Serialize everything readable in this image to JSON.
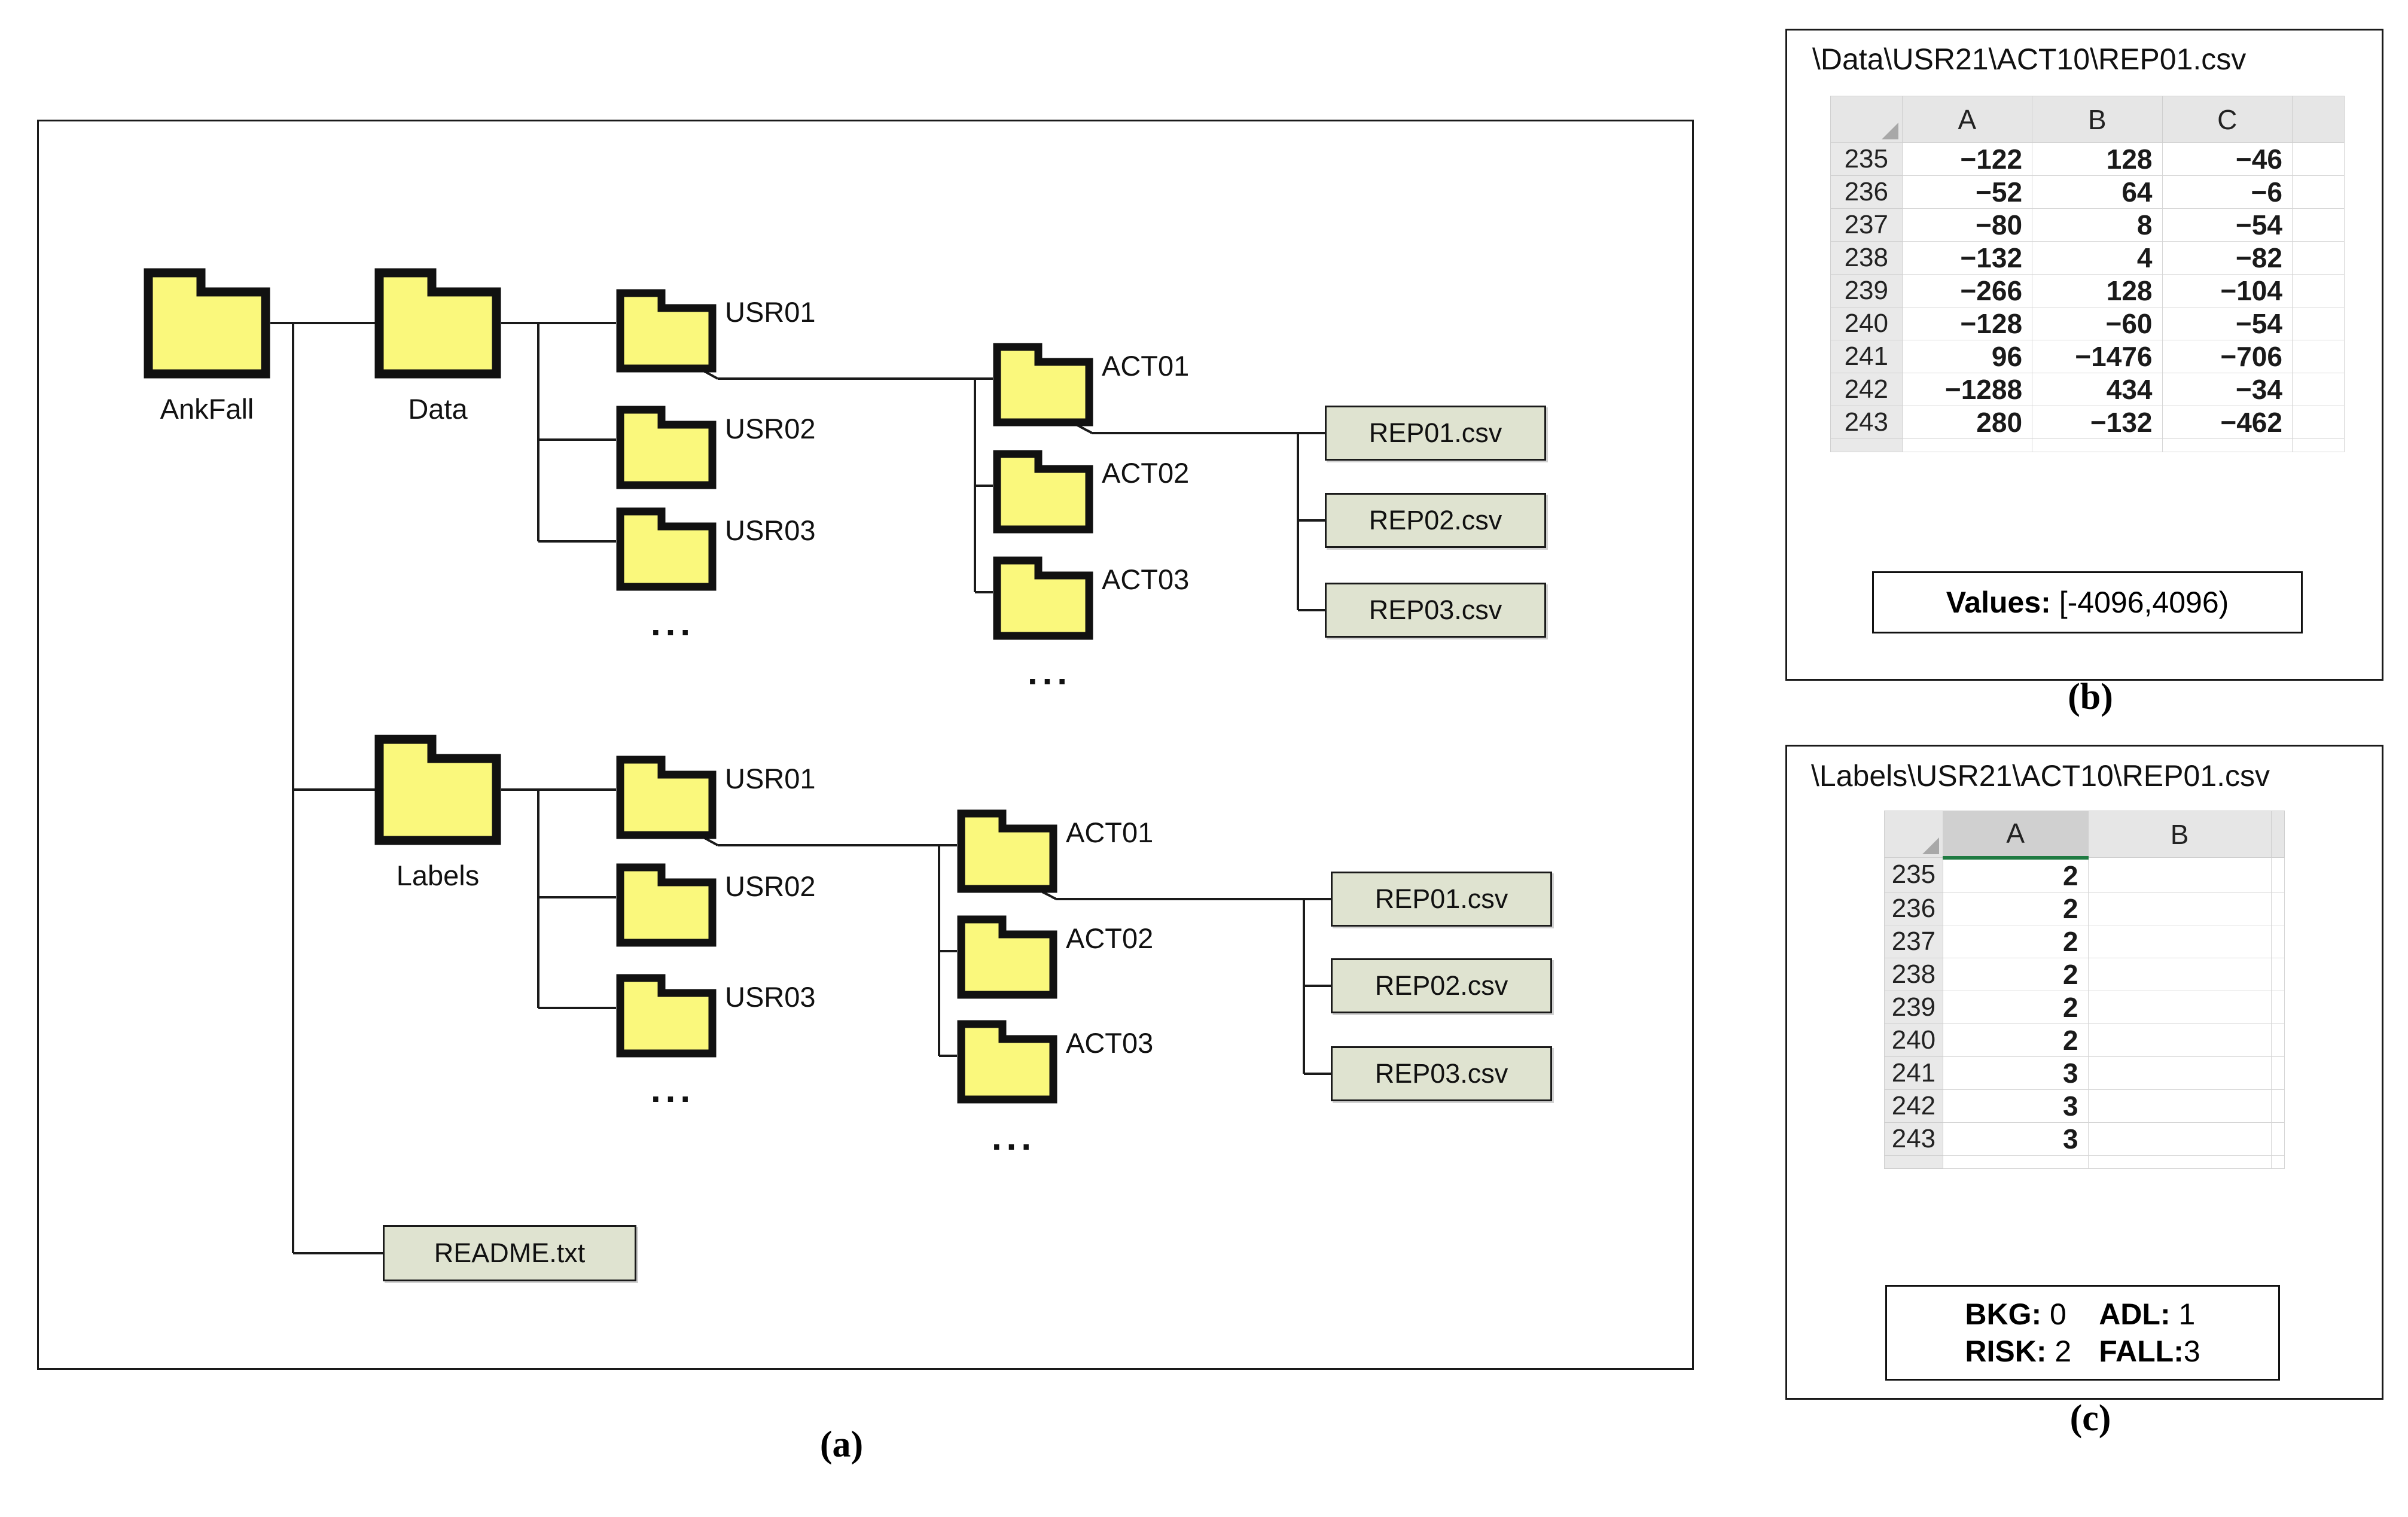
{
  "figure": {
    "panels": [
      {
        "id": "a",
        "caption": "(a)"
      },
      {
        "id": "b",
        "caption": "(b)"
      },
      {
        "id": "c",
        "caption": "(c)"
      }
    ]
  },
  "tree": {
    "root": {
      "label": "AnkFall",
      "type": "folder"
    },
    "branches": [
      {
        "label": "Data",
        "type": "folder",
        "users": [
          "USR01",
          "USR02",
          "USR03"
        ],
        "users_more": "...",
        "activities": [
          "ACT01",
          "ACT02",
          "ACT03"
        ],
        "activities_more": "...",
        "files": [
          "REP01.csv",
          "REP02.csv",
          "REP03.csv"
        ]
      },
      {
        "label": "Labels",
        "type": "folder",
        "users": [
          "USR01",
          "USR02",
          "USR03"
        ],
        "users_more": "...",
        "activities": [
          "ACT01",
          "ACT02",
          "ACT03"
        ],
        "activities_more": "...",
        "files": [
          "REP01.csv",
          "REP02.csv",
          "REP03.csv"
        ]
      }
    ],
    "readme": {
      "label": "README.txt",
      "type": "file"
    }
  },
  "data_sheet": {
    "title": "\\Data\\USR21\\ACT10\\REP01.csv",
    "columns": [
      "A",
      "B",
      "C",
      ""
    ],
    "selected_column": null,
    "rows": [
      {
        "row": "235",
        "values": [
          "−122",
          "128",
          "−46",
          ""
        ]
      },
      {
        "row": "236",
        "values": [
          "−52",
          "64",
          "−6",
          ""
        ]
      },
      {
        "row": "237",
        "values": [
          "−80",
          "8",
          "−54",
          ""
        ]
      },
      {
        "row": "238",
        "values": [
          "−132",
          "4",
          "−82",
          ""
        ]
      },
      {
        "row": "239",
        "values": [
          "−266",
          "128",
          "−104",
          ""
        ]
      },
      {
        "row": "240",
        "values": [
          "−128",
          "−60",
          "−54",
          ""
        ]
      },
      {
        "row": "241",
        "values": [
          "96",
          "−1476",
          "−706",
          ""
        ]
      },
      {
        "row": "242",
        "values": [
          "−1288",
          "434",
          "−34",
          ""
        ]
      },
      {
        "row": "243",
        "values": [
          "280",
          "−132",
          "−462",
          ""
        ]
      }
    ],
    "footer": {
      "label": "Values:",
      "value": "[-4096,4096)"
    }
  },
  "labels_sheet": {
    "title": "\\Labels\\USR21\\ACT10\\REP01.csv",
    "columns": [
      "A",
      "B"
    ],
    "selected_column": "A",
    "rows": [
      {
        "row": "235",
        "values": [
          "2",
          ""
        ]
      },
      {
        "row": "236",
        "values": [
          "2",
          ""
        ]
      },
      {
        "row": "237",
        "values": [
          "2",
          ""
        ]
      },
      {
        "row": "238",
        "values": [
          "2",
          ""
        ]
      },
      {
        "row": "239",
        "values": [
          "2",
          ""
        ]
      },
      {
        "row": "240",
        "values": [
          "2",
          ""
        ]
      },
      {
        "row": "241",
        "values": [
          "3",
          ""
        ]
      },
      {
        "row": "242",
        "values": [
          "3",
          ""
        ]
      },
      {
        "row": "243",
        "values": [
          "3",
          ""
        ]
      }
    ],
    "legend": [
      {
        "name": "BKG:",
        "value": "0"
      },
      {
        "name": "ADL:",
        "value": "1"
      },
      {
        "name": "RISK:",
        "value": "2"
      },
      {
        "name": "FALL:",
        "value": "3"
      }
    ]
  },
  "colors": {
    "folder_fill": "#FAF87C",
    "folder_stroke": "#111111",
    "file_fill": "#DFE3D0",
    "file_stroke": "#1A1A1A",
    "sheet_header": "#E6E6E6",
    "selection_green": "#1E7A41",
    "panel_border": "#1A1A1A"
  }
}
